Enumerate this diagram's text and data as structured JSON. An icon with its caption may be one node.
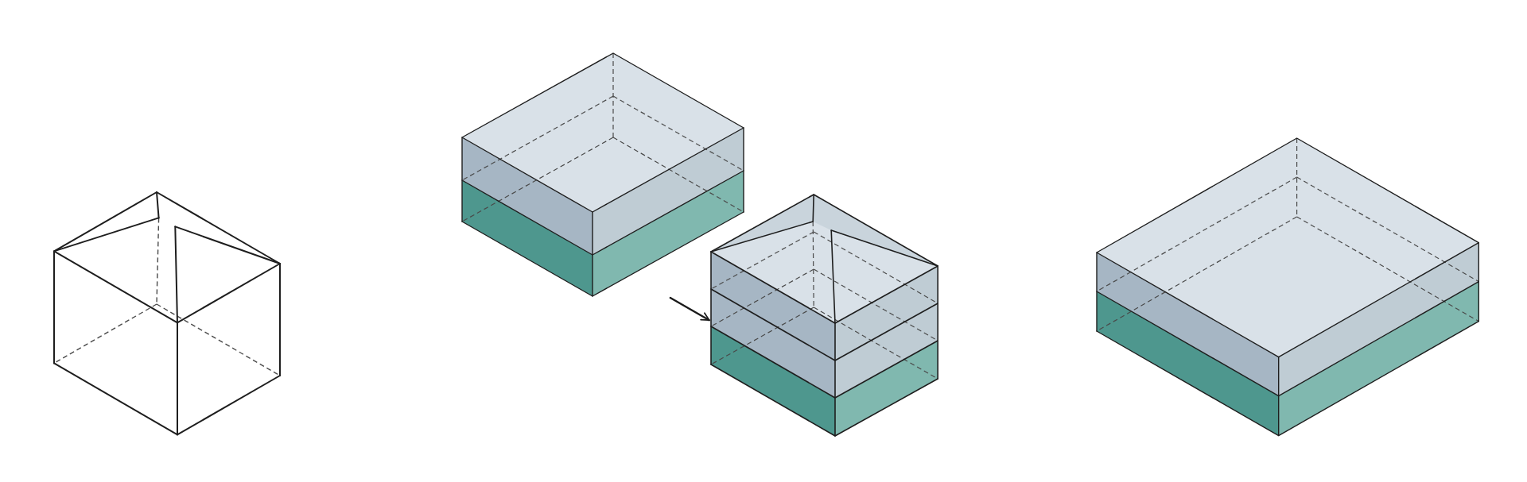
{
  "diagram": {
    "nodes": [
      {
        "text": [],
        "shape": "box"
      },
      {
        "text": [],
        "shape": "box"
      },
      {
        "text": [],
        "shape": "box"
      },
      {
        "text": [],
        "shape": "box"
      }
    ],
    "edges": [
      {
        "from": 1,
        "to": 2,
        "arrow": "to"
      }
    ]
  }
}
